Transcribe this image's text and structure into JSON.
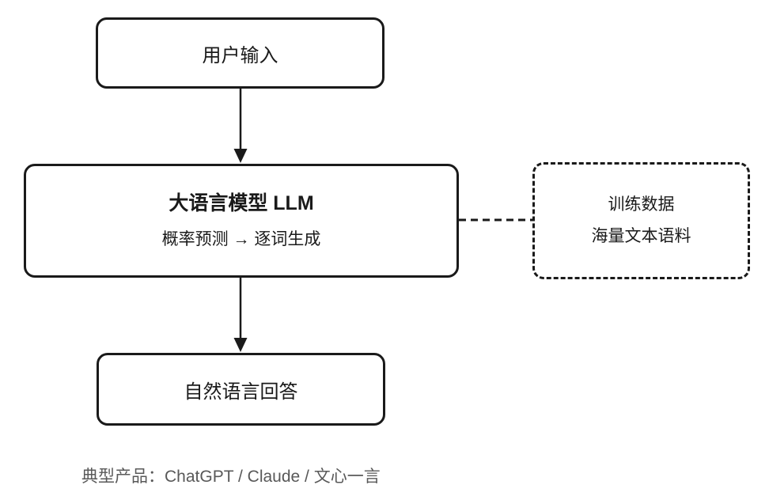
{
  "diagram": {
    "nodes": {
      "user_input": {
        "label": "用户输入"
      },
      "llm": {
        "title": "大语言模型 LLM",
        "subtitle": "概率预测 → 逐词生成"
      },
      "training_data": {
        "line1": "训练数据",
        "line2": "海量文本语料"
      },
      "answer": {
        "label": "自然语言回答"
      }
    },
    "connectors": {
      "input_to_llm": "solid-arrow-down",
      "llm_to_answer": "solid-arrow-down",
      "llm_to_training": "dashed-line-horizontal"
    },
    "caption": "典型产品：ChatGPT / Claude / 文心一言",
    "colors": {
      "box_border": "#1a1a1a",
      "text": "#1a1a1a",
      "line": "#1a1a1a",
      "caption_text": "#595959",
      "background": "#ffffff"
    }
  }
}
